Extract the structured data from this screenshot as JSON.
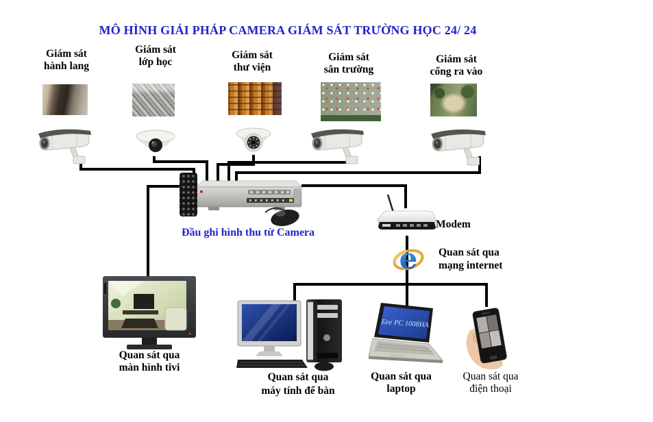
{
  "title": "MÔ HÌNH GIẢI PHÁP CAMERA GIÁM SÁT TRƯỜNG HỌC 24/ 24",
  "colors": {
    "title_blue": "#2323c8",
    "dvr_label_blue": "#2323c8",
    "wire_black": "#000000",
    "background": "#ffffff"
  },
  "camera_zones": [
    {
      "label_line1": "Giám sát",
      "label_line2": "hành lang",
      "camera_type": "bullet"
    },
    {
      "label_line1": "Giám sát",
      "label_line2": "lớp học",
      "camera_type": "dome"
    },
    {
      "label_line1": "Giám sát",
      "label_line2": "thư viện",
      "camera_type": "eyeball-dome"
    },
    {
      "label_line1": "Giám sát",
      "label_line2": "sân trường",
      "camera_type": "bullet"
    },
    {
      "label_line1": "Giám sát",
      "label_line2": "cổng ra vào",
      "camera_type": "bullet"
    }
  ],
  "dvr": {
    "label": "Đầu ghi hình thu từ Camera"
  },
  "modem": {
    "label": "Modem"
  },
  "internet": {
    "label_line1": "Quan sát qua",
    "label_line2": "mạng internet",
    "icon": "internet-explorer-logo"
  },
  "viewers": {
    "tv": {
      "label_line1": "Quan sát qua",
      "label_line2": "màn hình tivi"
    },
    "desktop": {
      "label_line1": "Quan sát qua",
      "label_line2": "máy tính để bàn"
    },
    "laptop": {
      "label_line1": "Quan sát qua",
      "label_line2": "laptop",
      "screen_text": "Eee PC 1008HA"
    },
    "phone": {
      "label_line1": "Quan sát qua",
      "label_line2": "điện thoại"
    }
  }
}
